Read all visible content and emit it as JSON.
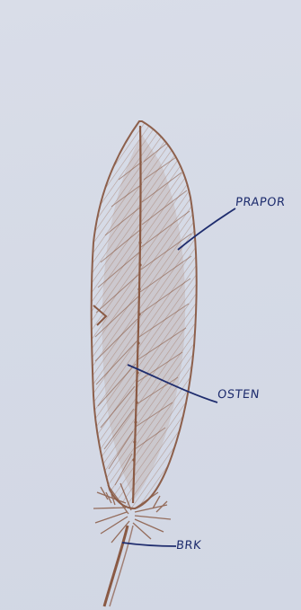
{
  "diagram": {
    "labels": {
      "vane": "PRAPOR",
      "shaft": "OSTEN",
      "quill": "BRK"
    },
    "colors": {
      "paper": "#d6dbe7",
      "pencil": "#8a5a44",
      "ink": "#1f2d6e"
    }
  }
}
